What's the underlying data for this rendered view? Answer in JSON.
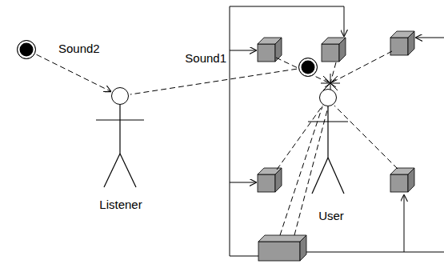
{
  "diagram": {
    "nodes": [
      {
        "text": [
          "Sound2"
        ]
      },
      {
        "text": [
          "Sound1"
        ]
      },
      {
        "text": [
          "Listener"
        ]
      },
      {
        "text": [
          "User"
        ]
      }
    ],
    "edges": [
      {
        "from": 0,
        "to": 2,
        "arrow": "to"
      },
      {
        "from": 1,
        "to": 2,
        "arrow": "none"
      }
    ]
  }
}
